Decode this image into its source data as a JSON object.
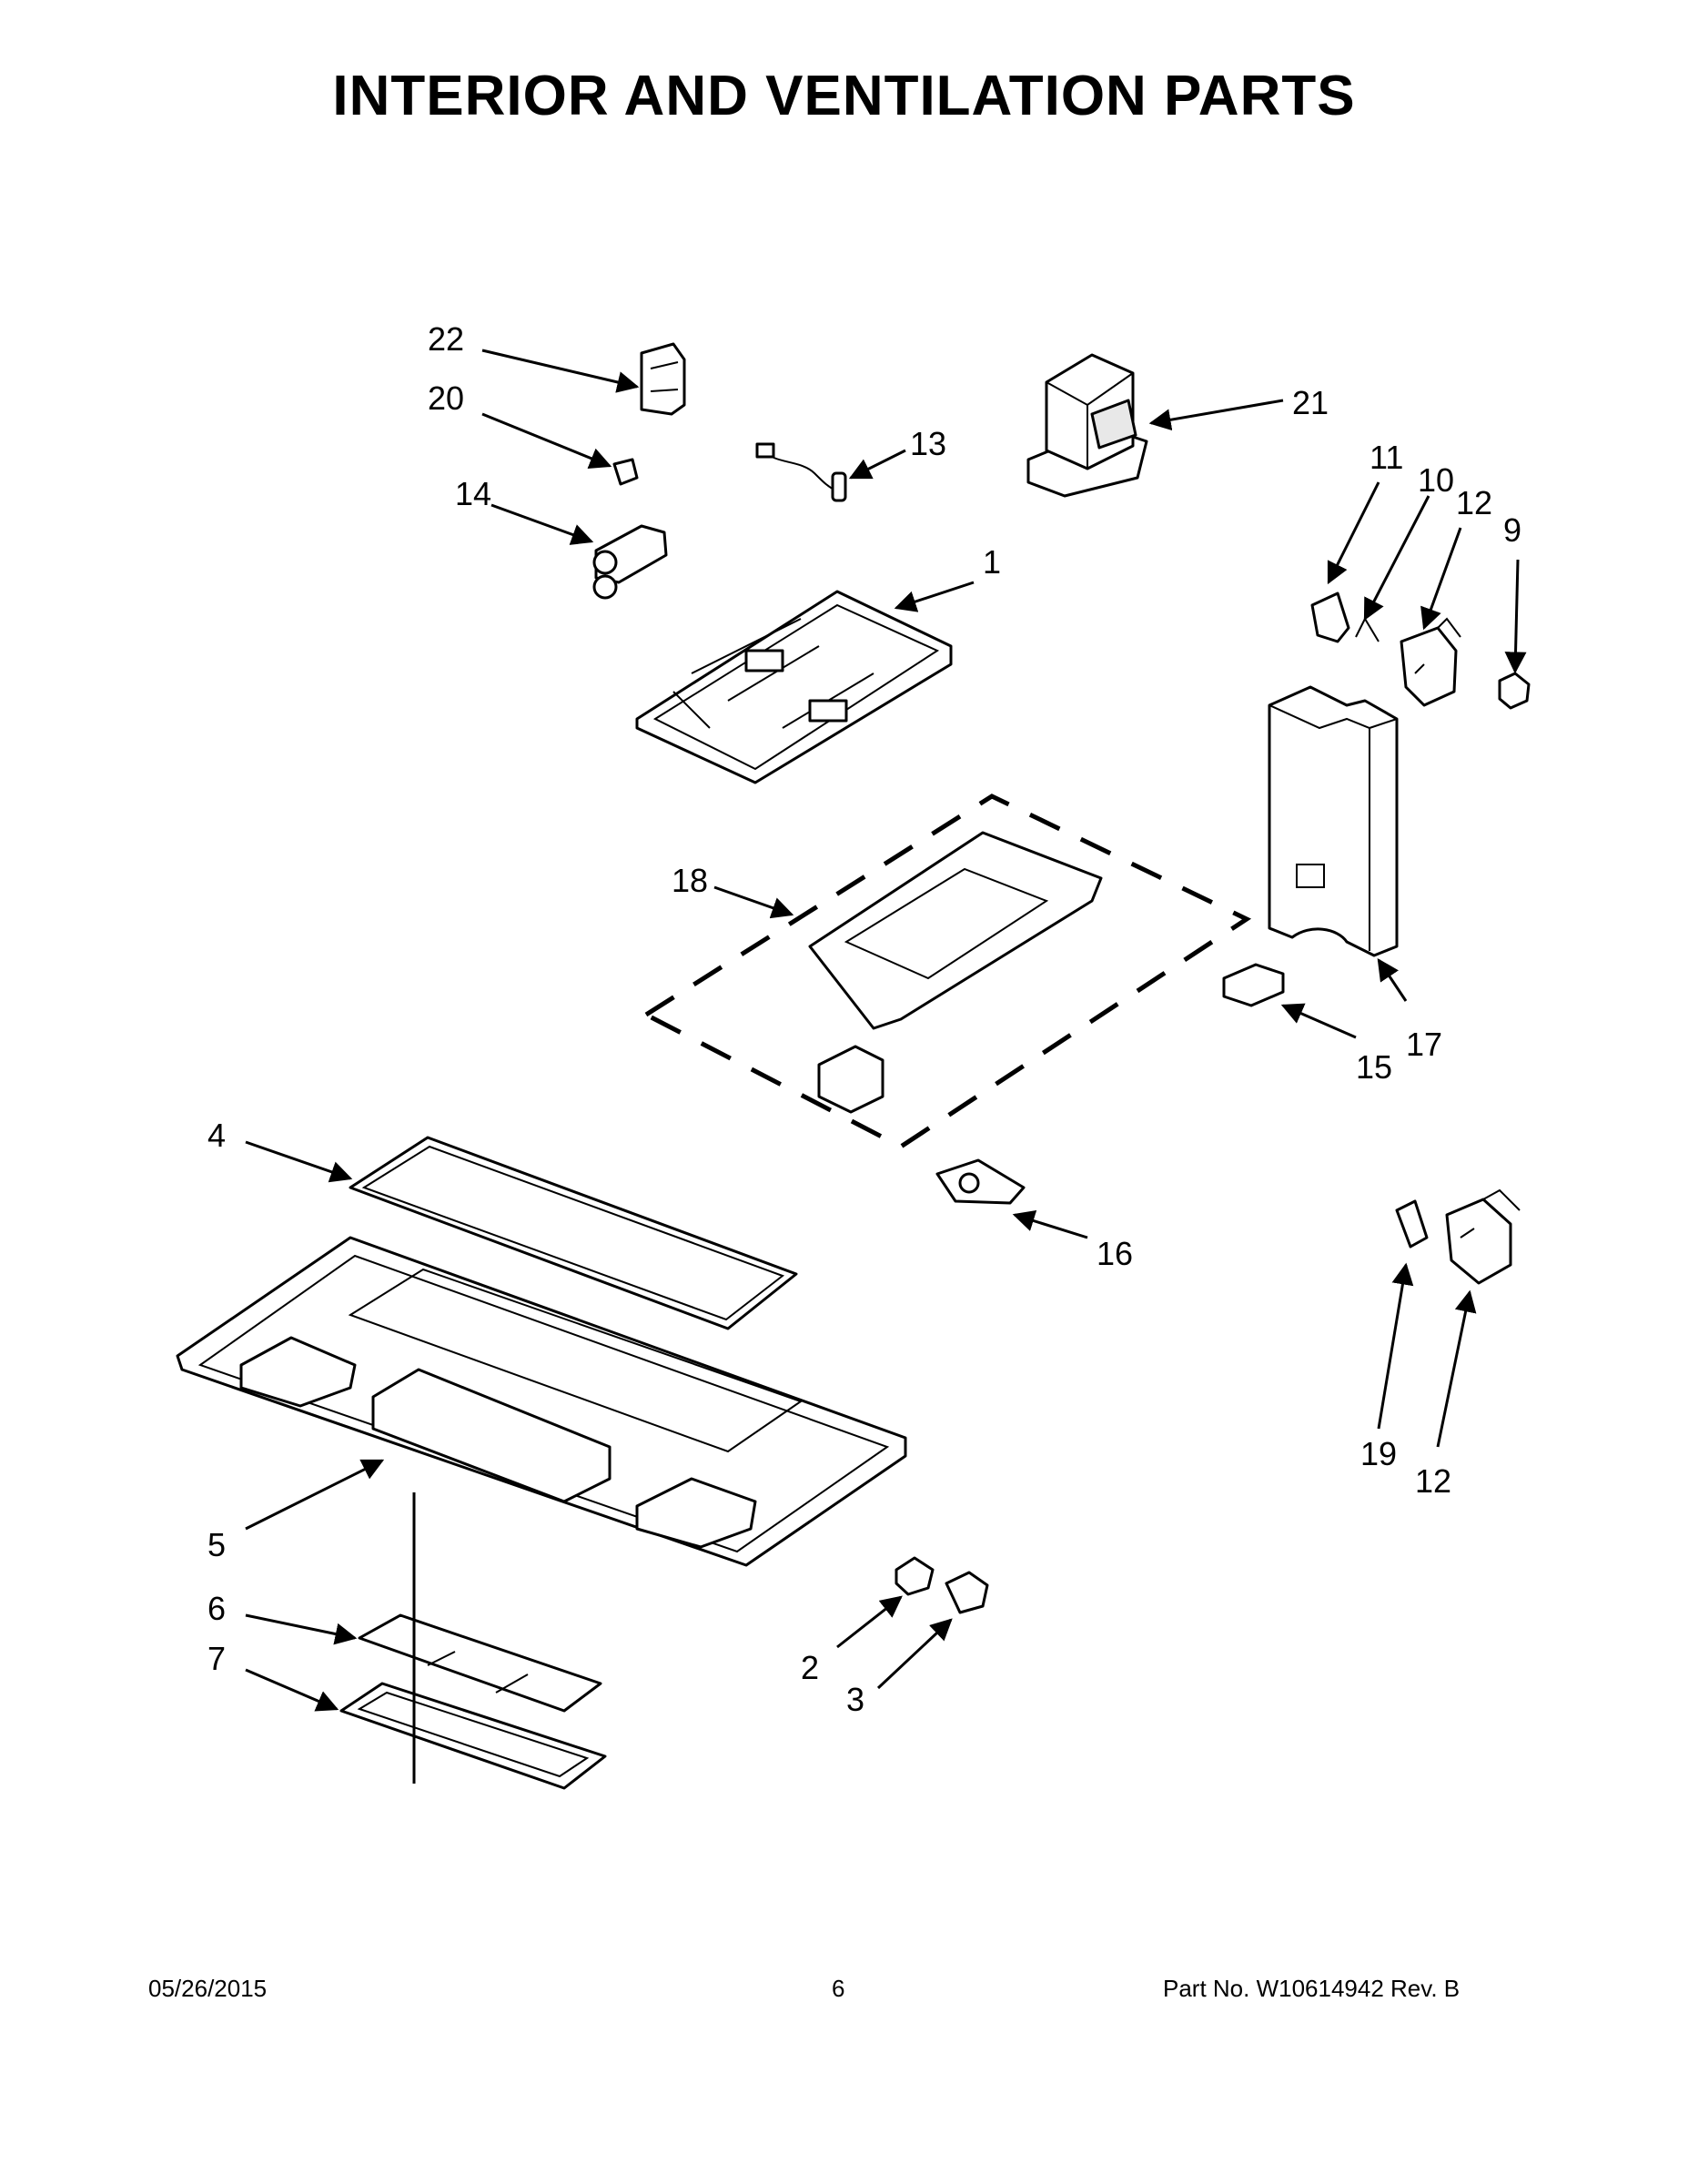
{
  "title": "INTERIOR AND VENTILATION PARTS",
  "callouts": {
    "c1": "1",
    "c2": "2",
    "c3": "3",
    "c4": "4",
    "c5": "5",
    "c6": "6",
    "c7": "7",
    "c9": "9",
    "c10": "10",
    "c11": "11",
    "c12a": "12",
    "c12b": "12",
    "c13": "13",
    "c14": "14",
    "c15": "15",
    "c16": "16",
    "c17": "17",
    "c18": "18",
    "c19": "19",
    "c20": "20",
    "c21": "21",
    "c22": "22"
  },
  "footer": {
    "date": "05/26/2015",
    "page": "6",
    "part_no": "Part No.  W10614942  Rev.  B"
  }
}
